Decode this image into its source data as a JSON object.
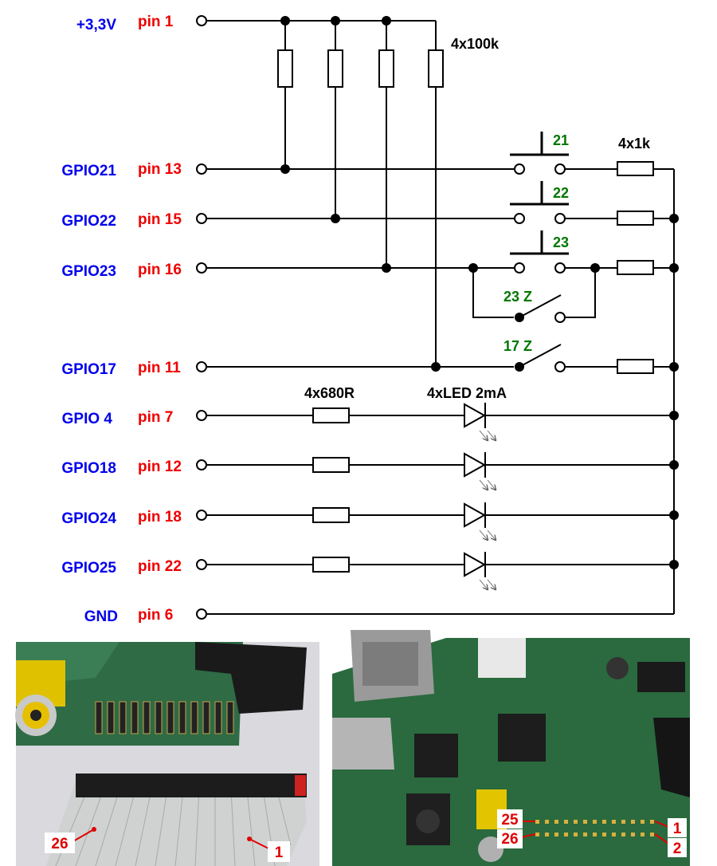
{
  "colors": {
    "signal": "#0000ee",
    "pin": "#ee0000",
    "switch_label": "#007700",
    "component_label": "#000000",
    "wire": "#000000"
  },
  "rows": [
    {
      "signal": "+3,3V",
      "pin": "pin 1"
    },
    {
      "signal": "GPIO21",
      "pin": "pin 13"
    },
    {
      "signal": "GPIO22",
      "pin": "pin 15"
    },
    {
      "signal": "GPIO23",
      "pin": "pin 16"
    },
    {
      "signal": "GPIO17",
      "pin": "pin 11"
    },
    {
      "signal": "GPIO 4",
      "pin": "pin 7"
    },
    {
      "signal": "GPIO18",
      "pin": "pin 12"
    },
    {
      "signal": "GPIO24",
      "pin": "pin 18"
    },
    {
      "signal": "GPIO25",
      "pin": "pin 22"
    },
    {
      "signal": "GND",
      "pin": "pin 6"
    }
  ],
  "components": {
    "pullups": "4x100k",
    "series_resistors": "4x1k",
    "led_resistors": "4x680R",
    "leds": "4xLED 2mA"
  },
  "switches": [
    "21",
    "22",
    "23",
    "23 Z",
    "17 Z"
  ],
  "photos": {
    "left": {
      "label_a": "26",
      "label_b": "1"
    },
    "right": {
      "label_a": "25",
      "label_b": "26",
      "label_c": "1",
      "label_d": "2"
    }
  }
}
